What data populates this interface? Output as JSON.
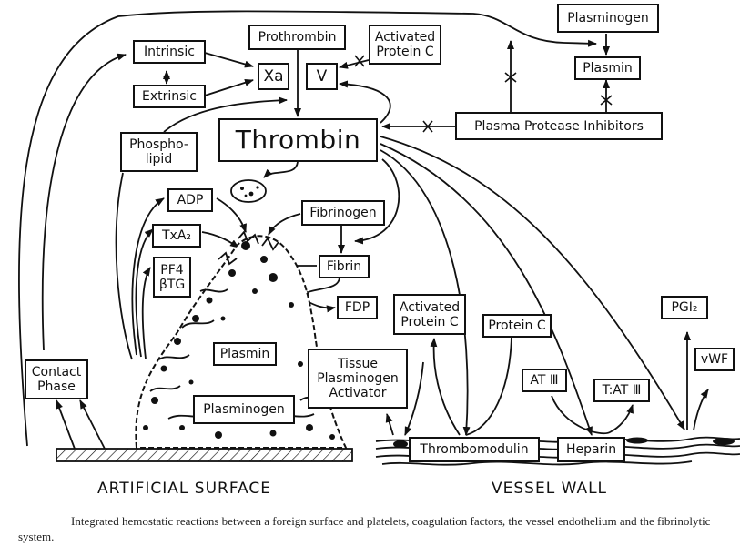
{
  "figure": {
    "nodes": {
      "intrinsic": "Intrinsic",
      "extrinsic": "Extrinsic",
      "prothrombin": "Prothrombin",
      "factor_xa": "Xa",
      "factor_v": "V",
      "activated_protein_c_top": "Activated\nProtein C",
      "thrombin": "Thrombin",
      "phospholipid": "Phospho-\nlipid",
      "plasminogen_top": "Plasminogen",
      "plasmin_top": "Plasmin",
      "plasma_protease_inhibitors": "Plasma Protease Inhibitors",
      "adp": "ADP",
      "txa2": "TxA₂",
      "pf4_btg": "PF4\nβTG",
      "fibrinogen": "Fibrinogen",
      "fibrin": "Fibrin",
      "fdp": "FDP",
      "plasmin_clot": "Plasmin",
      "plasminogen_clot": "Plasminogen",
      "tissue_plasminogen_activator": "Tissue\nPlasminogen\nActivator",
      "contact_phase": "Contact\nPhase",
      "activated_protein_c_wall": "Activated\nProtein C",
      "protein_c": "Protein C",
      "at_iii": "AT Ⅲ",
      "t_at_iii": "T:AT Ⅲ",
      "pgi2": "PGI₂",
      "vwf": "vWF",
      "thrombomodulin": "Thrombomodulin",
      "heparin": "Heparin"
    },
    "section_labels": {
      "artificial_surface": "ARTIFICIAL SURFACE",
      "vessel_wall": "VESSEL WALL"
    },
    "inhibition_marker": "×",
    "caption": "Integrated hemostatic reactions between a foreign surface and platelets, coagulation factors, the vessel endothelium and the fibrinolytic system."
  }
}
